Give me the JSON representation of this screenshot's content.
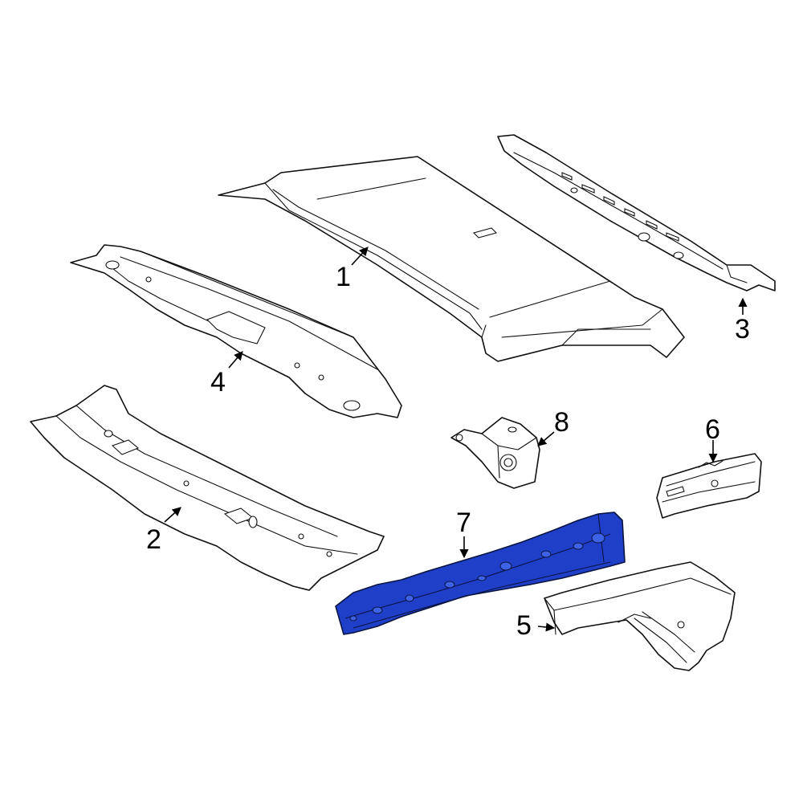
{
  "diagram": {
    "highlight_color": "#1f3fc8",
    "line_color": "#111111",
    "background": "#ffffff",
    "callouts": [
      {
        "id": "1",
        "label": "1"
      },
      {
        "id": "2",
        "label": "2"
      },
      {
        "id": "3",
        "label": "3"
      },
      {
        "id": "4",
        "label": "4"
      },
      {
        "id": "5",
        "label": "5"
      },
      {
        "id": "6",
        "label": "6"
      },
      {
        "id": "7",
        "label": "7",
        "highlighted": true
      },
      {
        "id": "8",
        "label": "8"
      }
    ]
  }
}
